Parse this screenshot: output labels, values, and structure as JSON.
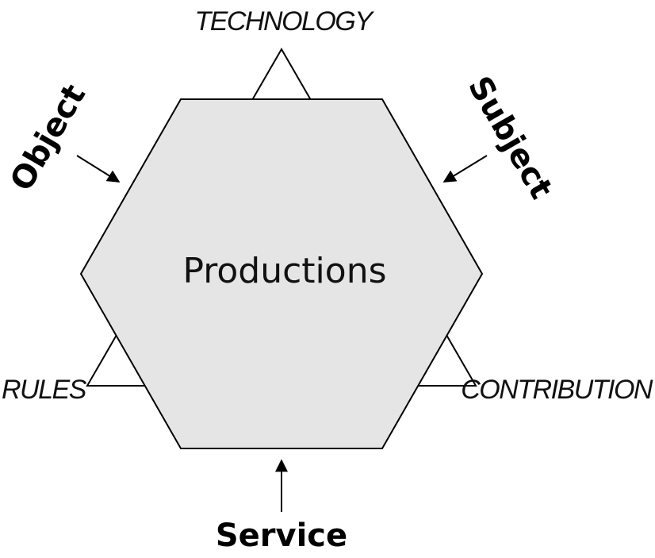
{
  "diagram": {
    "center": "Productions",
    "corners": {
      "top": "TECHNOLOGY",
      "left": "RULES",
      "right": "CONTRIBUTION"
    },
    "arrows": {
      "left": "Object",
      "right": "Subject",
      "bottom": "Service"
    }
  },
  "colors": {
    "hexagon_fill": "#e5e5e5",
    "stroke": "#000000",
    "background": "#ffffff"
  }
}
